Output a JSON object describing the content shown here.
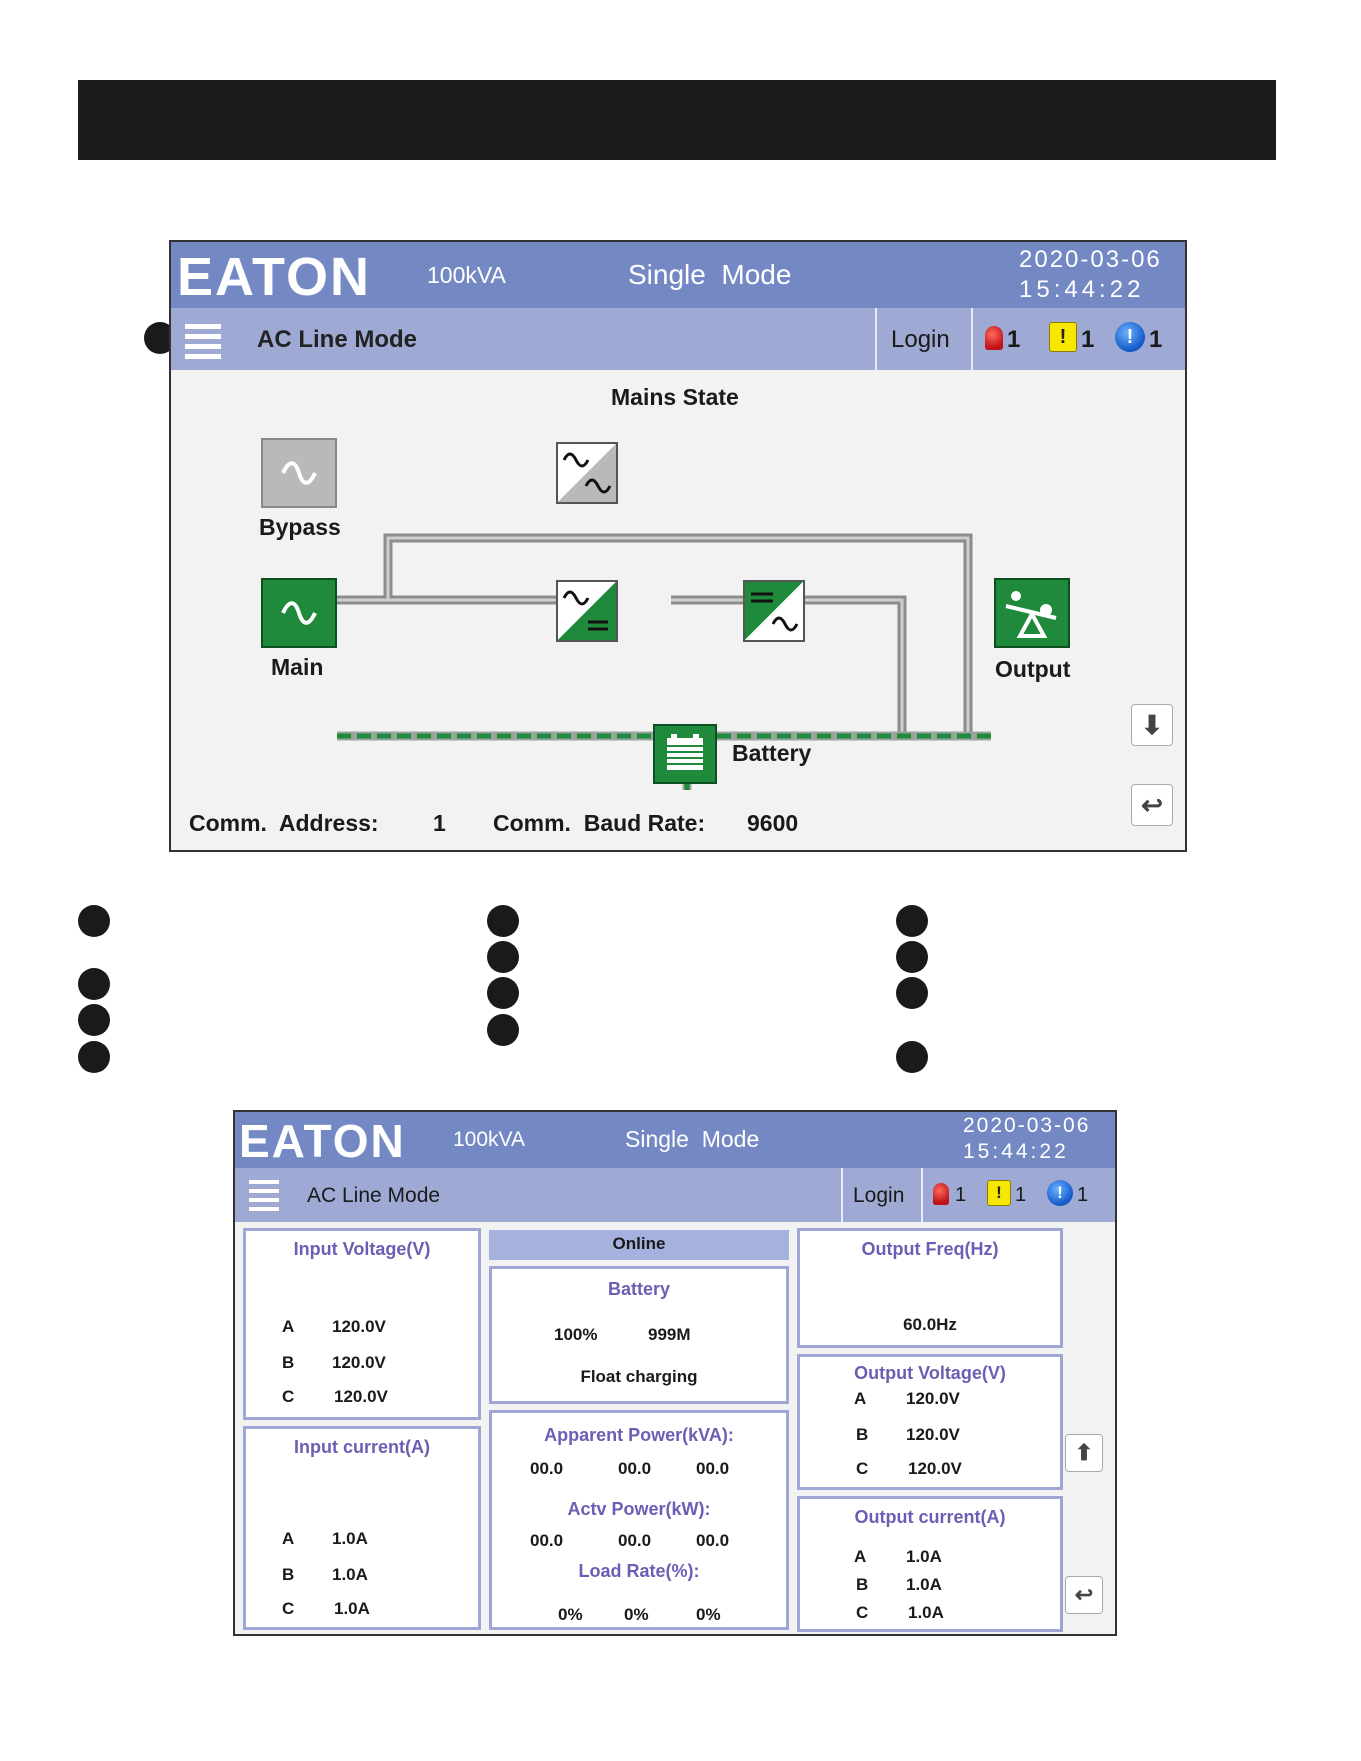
{
  "screen": {
    "logo": "EATON",
    "capacity": "100kVA",
    "system_mode": "Single  Mode",
    "date": "2020-03-06",
    "time": "15:44:22",
    "menu_mode": "AC Line Mode",
    "login_label": "Login",
    "alarm_critical_count": "1",
    "alarm_warning_count": "1",
    "alarm_info_count": "1",
    "warning_glyph": "!",
    "info_glyph": "!"
  },
  "mimic": {
    "title": "Mains State",
    "bypass_label": "Bypass",
    "main_label": "Main",
    "battery_label": "Battery",
    "output_label": "Output",
    "comm_address_label": "Comm.  Address:",
    "comm_address_value": "1",
    "comm_baud_label": "Comm.  Baud Rate:",
    "comm_baud_value": "9600",
    "colors": {
      "active": "#1f8a3c",
      "inactive": "#b9b9b9",
      "line": "#8c8c8c"
    }
  },
  "detail": {
    "input_voltage": {
      "title": "Input Voltage(V)",
      "rows": [
        {
          "phase": "A",
          "value": "120.0V"
        },
        {
          "phase": "B",
          "value": "120.0V"
        },
        {
          "phase": "C",
          "value": "120.0V"
        }
      ]
    },
    "input_current": {
      "title": "Input current(A)",
      "rows": [
        {
          "phase": "A",
          "value": "1.0A"
        },
        {
          "phase": "B",
          "value": "1.0A"
        },
        {
          "phase": "C",
          "value": "1.0A"
        }
      ]
    },
    "status": "Online",
    "battery": {
      "title": "Battery",
      "capacity": "100%",
      "runtime": "999M",
      "state": "Float charging"
    },
    "apparent_power": {
      "title": "Apparent Power(kVA):",
      "values": [
        "00.0",
        "00.0",
        "00.0"
      ]
    },
    "active_power": {
      "title": "Actv Power(kW):",
      "values": [
        "00.0",
        "00.0",
        "00.0"
      ]
    },
    "load_rate": {
      "title": "Load Rate(%):",
      "values": [
        "0%",
        "0%",
        "0%"
      ]
    },
    "output_freq": {
      "title": "Output Freq(Hz)",
      "value": "60.0Hz"
    },
    "output_voltage": {
      "title": "Output Voltage(V)",
      "rows": [
        {
          "phase": "A",
          "value": "120.0V"
        },
        {
          "phase": "B",
          "value": "120.0V"
        },
        {
          "phase": "C",
          "value": "120.0V"
        }
      ]
    },
    "output_current": {
      "title": "Output current(A)",
      "rows": [
        {
          "phase": "A",
          "value": "1.0A"
        },
        {
          "phase": "B",
          "value": "1.0A"
        },
        {
          "phase": "C",
          "value": "1.0A"
        }
      ]
    }
  },
  "icons": {
    "menu": "menu-icon",
    "critical_alarm": "siren-icon",
    "warning_alarm": "warning-icon",
    "info_alarm": "info-icon",
    "page_down": "arrow-down-icon",
    "page_up": "arrow-up-icon",
    "back": "back-arrow-icon",
    "arrow_down_glyph": "⬇",
    "arrow_up_glyph": "⬆",
    "back_glyph": "↩"
  },
  "theme": {
    "header_bg": "#7489c4",
    "subheader_bg": "#9eaad3",
    "panel_border": "#9ea6d6",
    "title_color": "#6a5fb4"
  }
}
